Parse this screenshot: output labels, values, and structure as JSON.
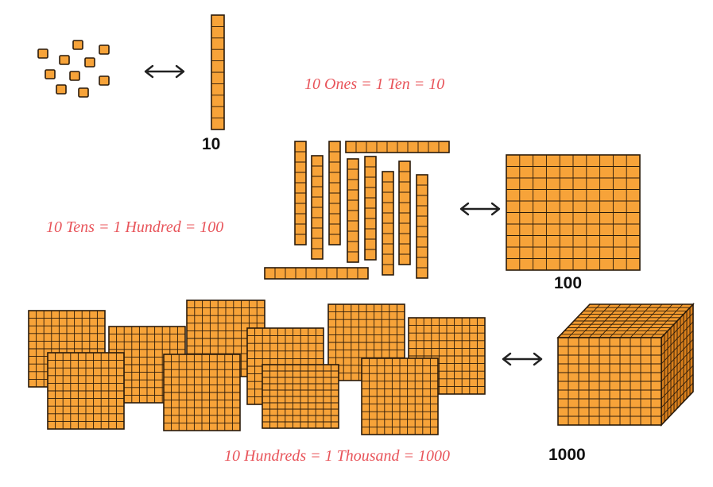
{
  "equations": {
    "ones_to_ten": "10 Ones = 1 Ten = 10",
    "tens_to_hundred": "10 Tens = 1 Hundred = 100",
    "hundreds_to_thousand": "10 Hundreds = 1 Thousand = 1000"
  },
  "labels": {
    "ten": "10",
    "hundred": "100",
    "thousand": "1000"
  },
  "counts": {
    "unit_cubes": 10,
    "tens_rods": 10,
    "hundred_flats": 10
  },
  "colors": {
    "block_fill": "#F7A339",
    "block_cube_top": "#F29A2E",
    "block_cube_side": "#D97F1C",
    "block_stroke": "#2a1a0a",
    "equation_text": "#E8545A",
    "arrow": "#222222"
  },
  "icons": {
    "exchange": "double-headed-arrow-icon"
  }
}
